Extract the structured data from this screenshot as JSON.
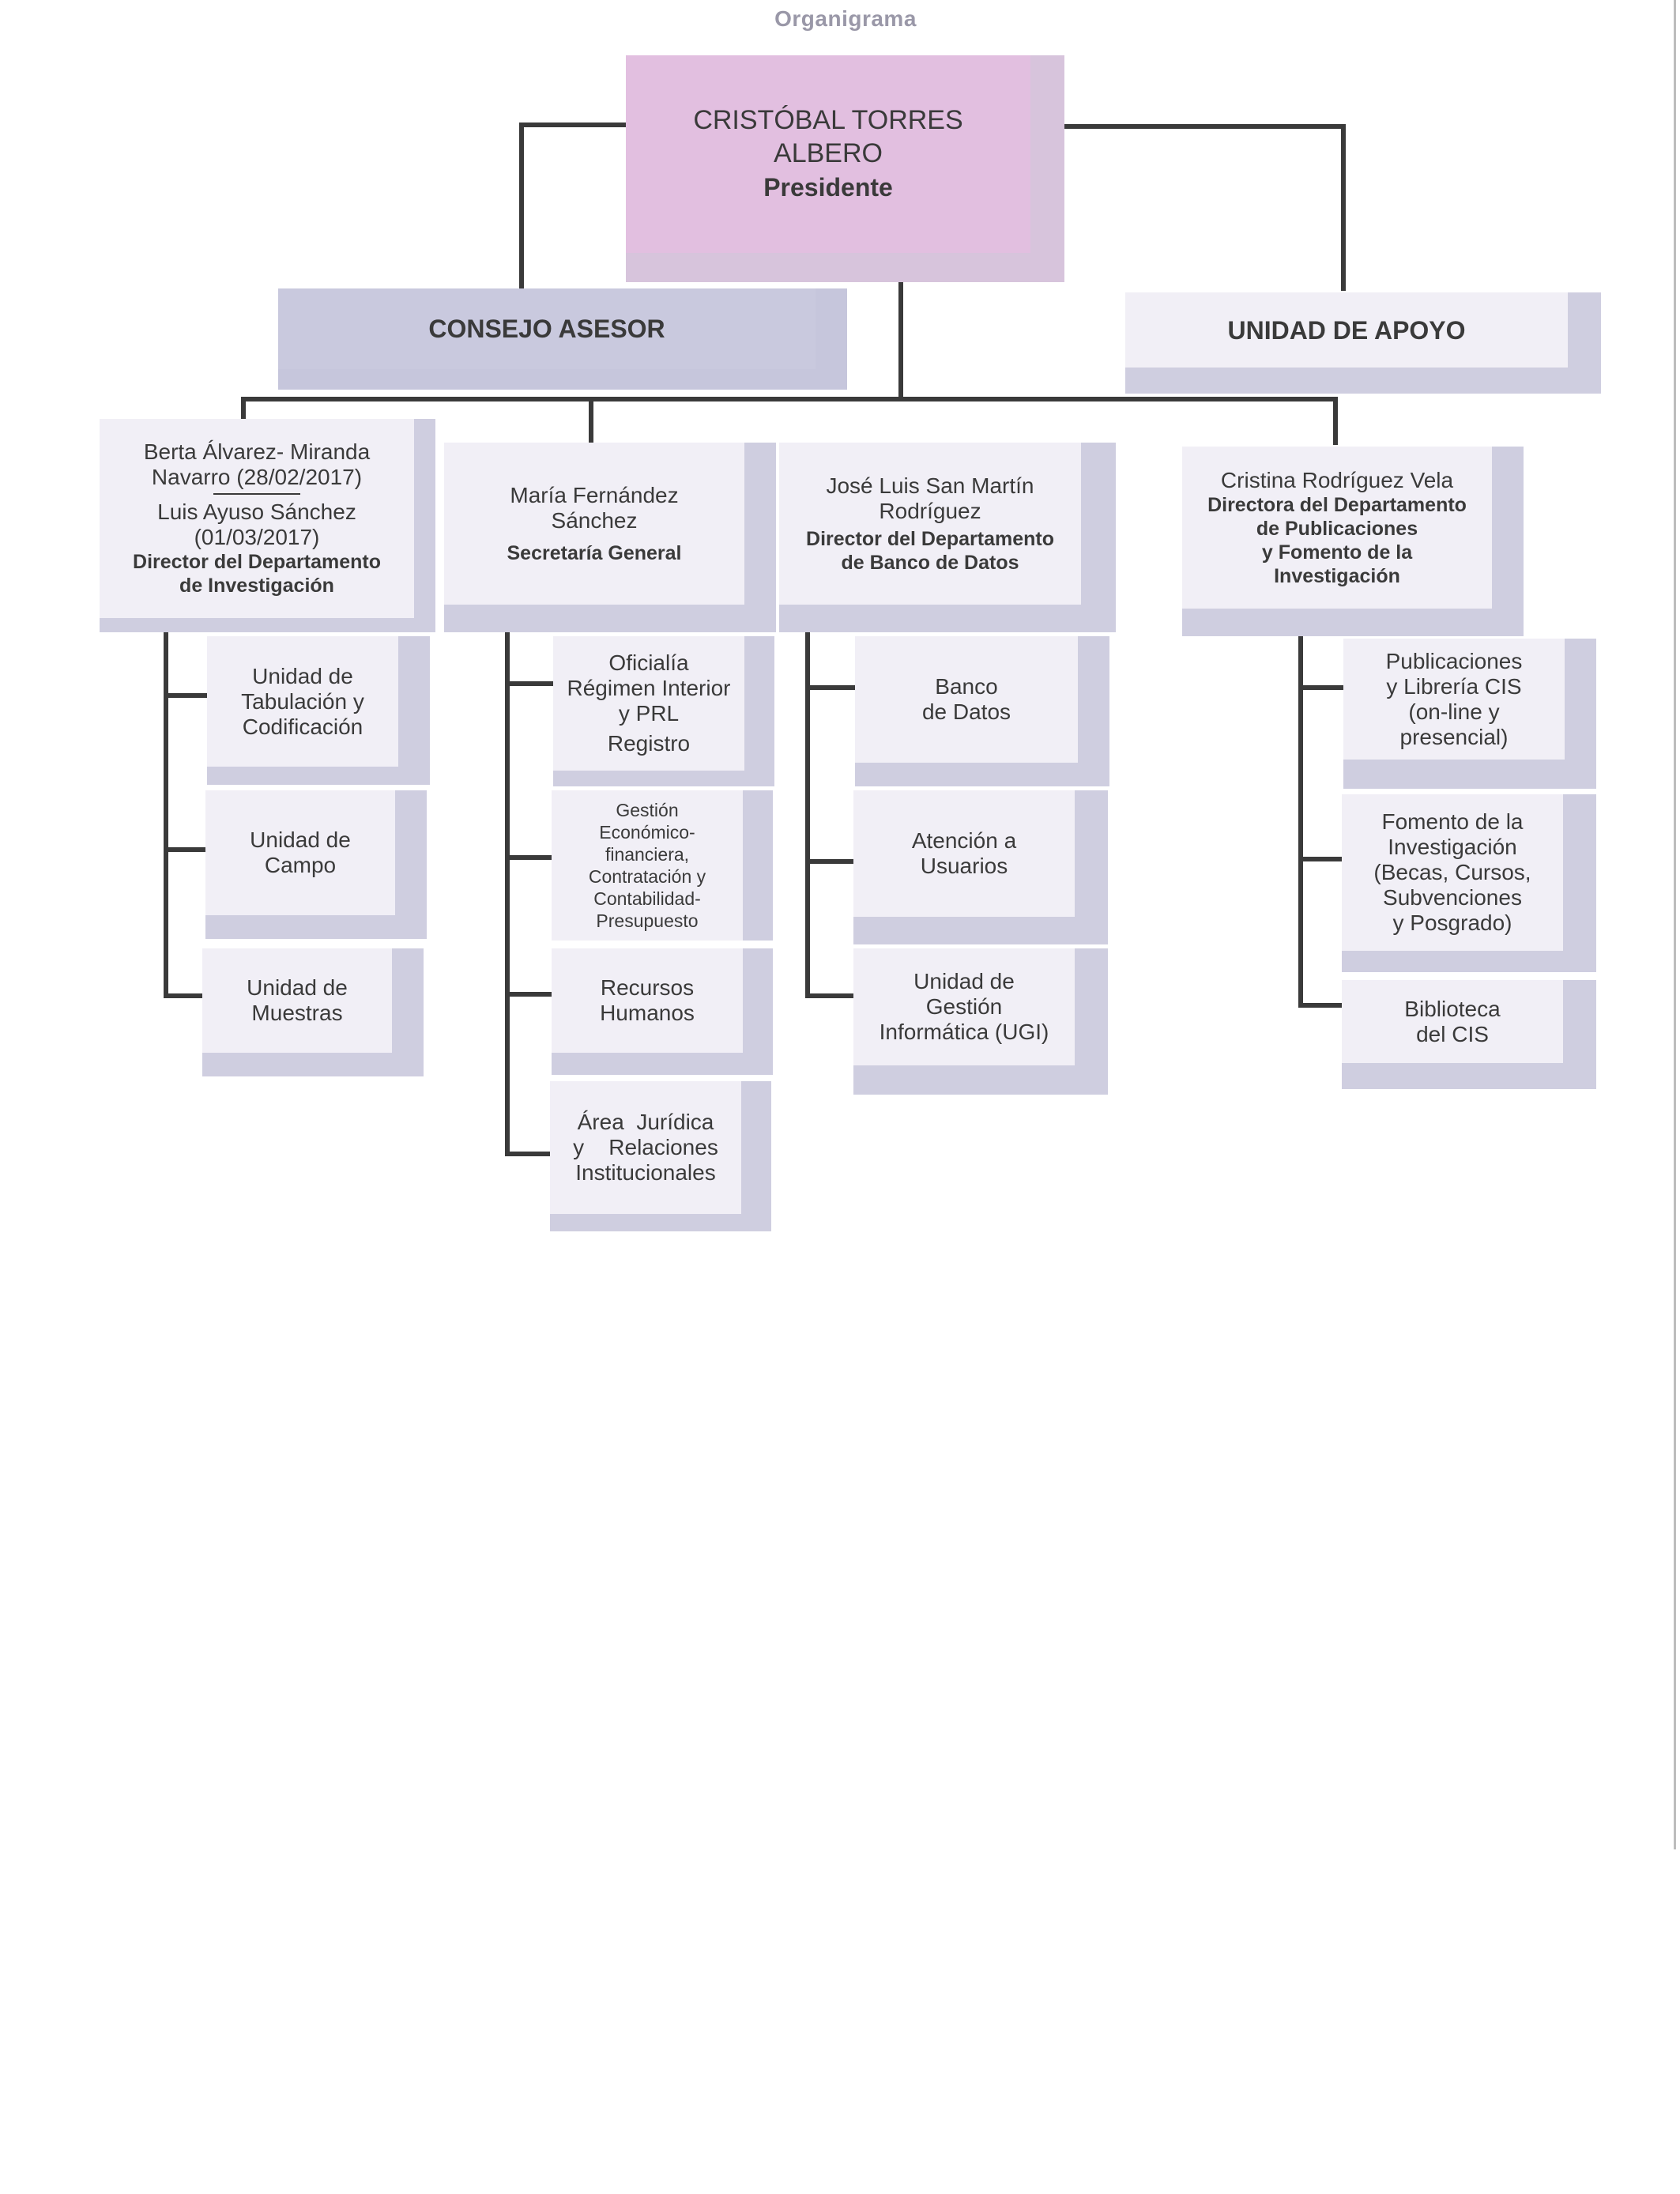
{
  "title": "Organigrama",
  "president": {
    "name_line1": "CRISTÓBAL TORRES",
    "name_line2": "ALBERO",
    "role": "Presidente"
  },
  "council": {
    "label": "CONSEJO ASESOR"
  },
  "support": {
    "label": "UNIDAD DE APOYO"
  },
  "departments": [
    {
      "name1_line1": "Berta Álvarez- Miranda",
      "name1_line2": "Navarro (28/02/2017)",
      "name2_line1": "Luis Ayuso Sánchez",
      "name2_line2": "(01/03/2017)",
      "role_line1": "Director del Departamento",
      "role_line2": "de Investigación",
      "units": [
        [
          "Unidad de",
          "Tabulación y",
          "Codificación"
        ],
        [
          "Unidad de",
          "Campo"
        ],
        [
          "Unidad de",
          "Muestras"
        ]
      ]
    },
    {
      "name_line1": "María Fernández",
      "name_line2": "Sánchez",
      "role_line1": "Secretaría General",
      "units": [
        [
          "Oficialía",
          "Régimen Interior",
          "y PRL",
          "Registro"
        ],
        [
          "Gestión",
          "Económico-",
          "financiera,",
          "Contratación y",
          "Contabilidad-",
          "Presupuesto"
        ],
        [
          "Recursos",
          "Humanos"
        ],
        [
          "Área  Jurídica",
          "y    Relaciones",
          "Institucionales"
        ]
      ]
    },
    {
      "name_line1": "José Luis San Martín",
      "name_line2": "Rodríguez",
      "role_line1": "Director del Departamento",
      "role_line2": "de Banco de Datos",
      "units": [
        [
          "Banco",
          "de Datos"
        ],
        [
          "Atención a",
          "Usuarios"
        ],
        [
          "Unidad de",
          "Gestión",
          "Informática (UGI)"
        ]
      ]
    },
    {
      "name_line1": "Cristina Rodríguez Vela",
      "role_line1": "Directora del Departamento",
      "role_line2": "de Publicaciones",
      "role_line3": "y Fomento de la",
      "role_line4": "Investigación",
      "units": [
        [
          "Publicaciones",
          "y Librería CIS",
          "(on-line y",
          "presencial)"
        ],
        [
          "Fomento de la",
          "Investigación",
          "(Becas, Cursos,",
          "Subvenciones",
          "y Posgrado)"
        ],
        [
          "Biblioteca",
          "del CIS"
        ]
      ]
    }
  ],
  "colors": {
    "box_face": "#f1eff6",
    "box_shadow": "#cfcee0",
    "president_face": "#e2bfe0",
    "line": "#3a3a3a",
    "title": "#9a98a8"
  }
}
